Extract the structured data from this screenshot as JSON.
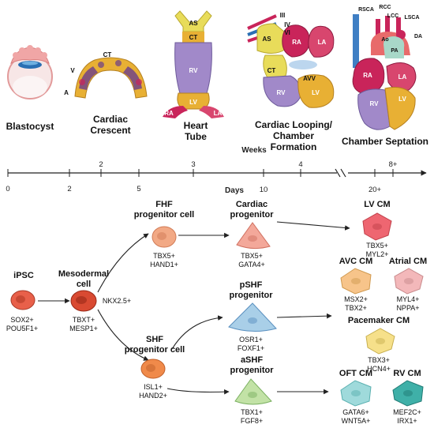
{
  "stages": [
    {
      "id": "blastocyst",
      "label": "Blastocyst"
    },
    {
      "id": "crescent",
      "label_lines": [
        "Cardiac",
        "Crescent"
      ]
    },
    {
      "id": "tube",
      "label_lines": [
        "Heart",
        "Tube"
      ]
    },
    {
      "id": "looping",
      "label_lines": [
        "Cardiac Looping/",
        "Chamber",
        "Formation"
      ]
    },
    {
      "id": "septation",
      "label": "Chamber Septation"
    }
  ],
  "anatomy": {
    "crescent": [
      "CT",
      "V",
      "A"
    ],
    "tube": [
      "AS",
      "CT",
      "RV",
      "LV",
      "RA",
      "LA"
    ],
    "looping": [
      "III",
      "IV",
      "VI",
      "AS",
      "CT",
      "RA",
      "LA",
      "AVV",
      "RV",
      "LV"
    ],
    "septation": [
      "RSCA",
      "RCC",
      "LCC",
      "LSCA",
      "DA",
      "Ao",
      "PA",
      "RA",
      "LA",
      "RV",
      "LV"
    ]
  },
  "weeks_axis": {
    "title": "Weeks",
    "ticks": [
      "2",
      "3",
      "4",
      "8+"
    ]
  },
  "days_axis": {
    "title": "Days",
    "ticks": [
      "0",
      "2",
      "5",
      "10",
      "20+"
    ]
  },
  "cells": {
    "ipsc": {
      "title": "iPSC",
      "markers": [
        "SOX2+",
        "POU5F1+"
      ],
      "color": "#e8604a"
    },
    "mesoderm": {
      "title_lines": [
        "Mesodermal",
        "cell"
      ],
      "markers": [
        "TBXT+",
        "MESP1+"
      ],
      "color": "#d94a32"
    },
    "fhf": {
      "title_lines": [
        "FHF",
        "progenitor cell"
      ],
      "markers": [
        "TBX5+",
        "HAND1+"
      ],
      "color": "#f2a985"
    },
    "shf": {
      "title_lines": [
        "SHF",
        "progenitor cell"
      ],
      "markers": [
        "ISL1+",
        "HAND2+"
      ],
      "color": "#f08a4a"
    },
    "cardiac_progenitor": {
      "title_lines": [
        "Cardiac",
        "progenitor"
      ],
      "markers": [
        "TBX5+",
        "GATA4+"
      ],
      "color": "#f3a89a"
    },
    "pshf": {
      "title_lines": [
        "pSHF",
        "progenitor"
      ],
      "markers": [
        "OSR1+",
        "FOXF1+"
      ],
      "color": "#a9cfe8"
    },
    "ashf": {
      "title_lines": [
        "aSHF",
        "progenitor"
      ],
      "markers": [
        "TBX1+",
        "FGF8+"
      ],
      "color": "#c2e2a6"
    },
    "lv_cm": {
      "title": "LV CM",
      "markers": [
        "TBX5+",
        "MYL2+"
      ],
      "color": "#ee6671"
    },
    "avc_cm": {
      "title": "AVC CM",
      "markers": [
        "MSX2+",
        "TBX2+"
      ],
      "color": "#f7c48a"
    },
    "atrial_cm": {
      "title": "Atrial CM",
      "markers": [
        "MYL4+",
        "NPPA+"
      ],
      "color": "#f3b8ba"
    },
    "pacemaker_cm": {
      "title": "Pacemaker CM",
      "markers": [
        "TBX3+",
        "HCN4+"
      ],
      "color": "#f6e08a"
    },
    "oft_cm": {
      "title": "OFT CM",
      "markers": [
        "GATA6+",
        "WNT5A+"
      ],
      "color": "#9fdadb"
    },
    "rv_cm": {
      "title": "RV CM",
      "markers": [
        "MEF2C+",
        "IRX1+"
      ],
      "color": "#3fb0a8"
    }
  },
  "arrow_labels": {
    "nkx": "NKX2.5+"
  },
  "colors": {
    "rv": "#a189c9",
    "lv": "#e8b034",
    "ra": "#c9245a",
    "la": "#d8466e",
    "ct": "#e8dc5a",
    "axis": "#222222"
  }
}
